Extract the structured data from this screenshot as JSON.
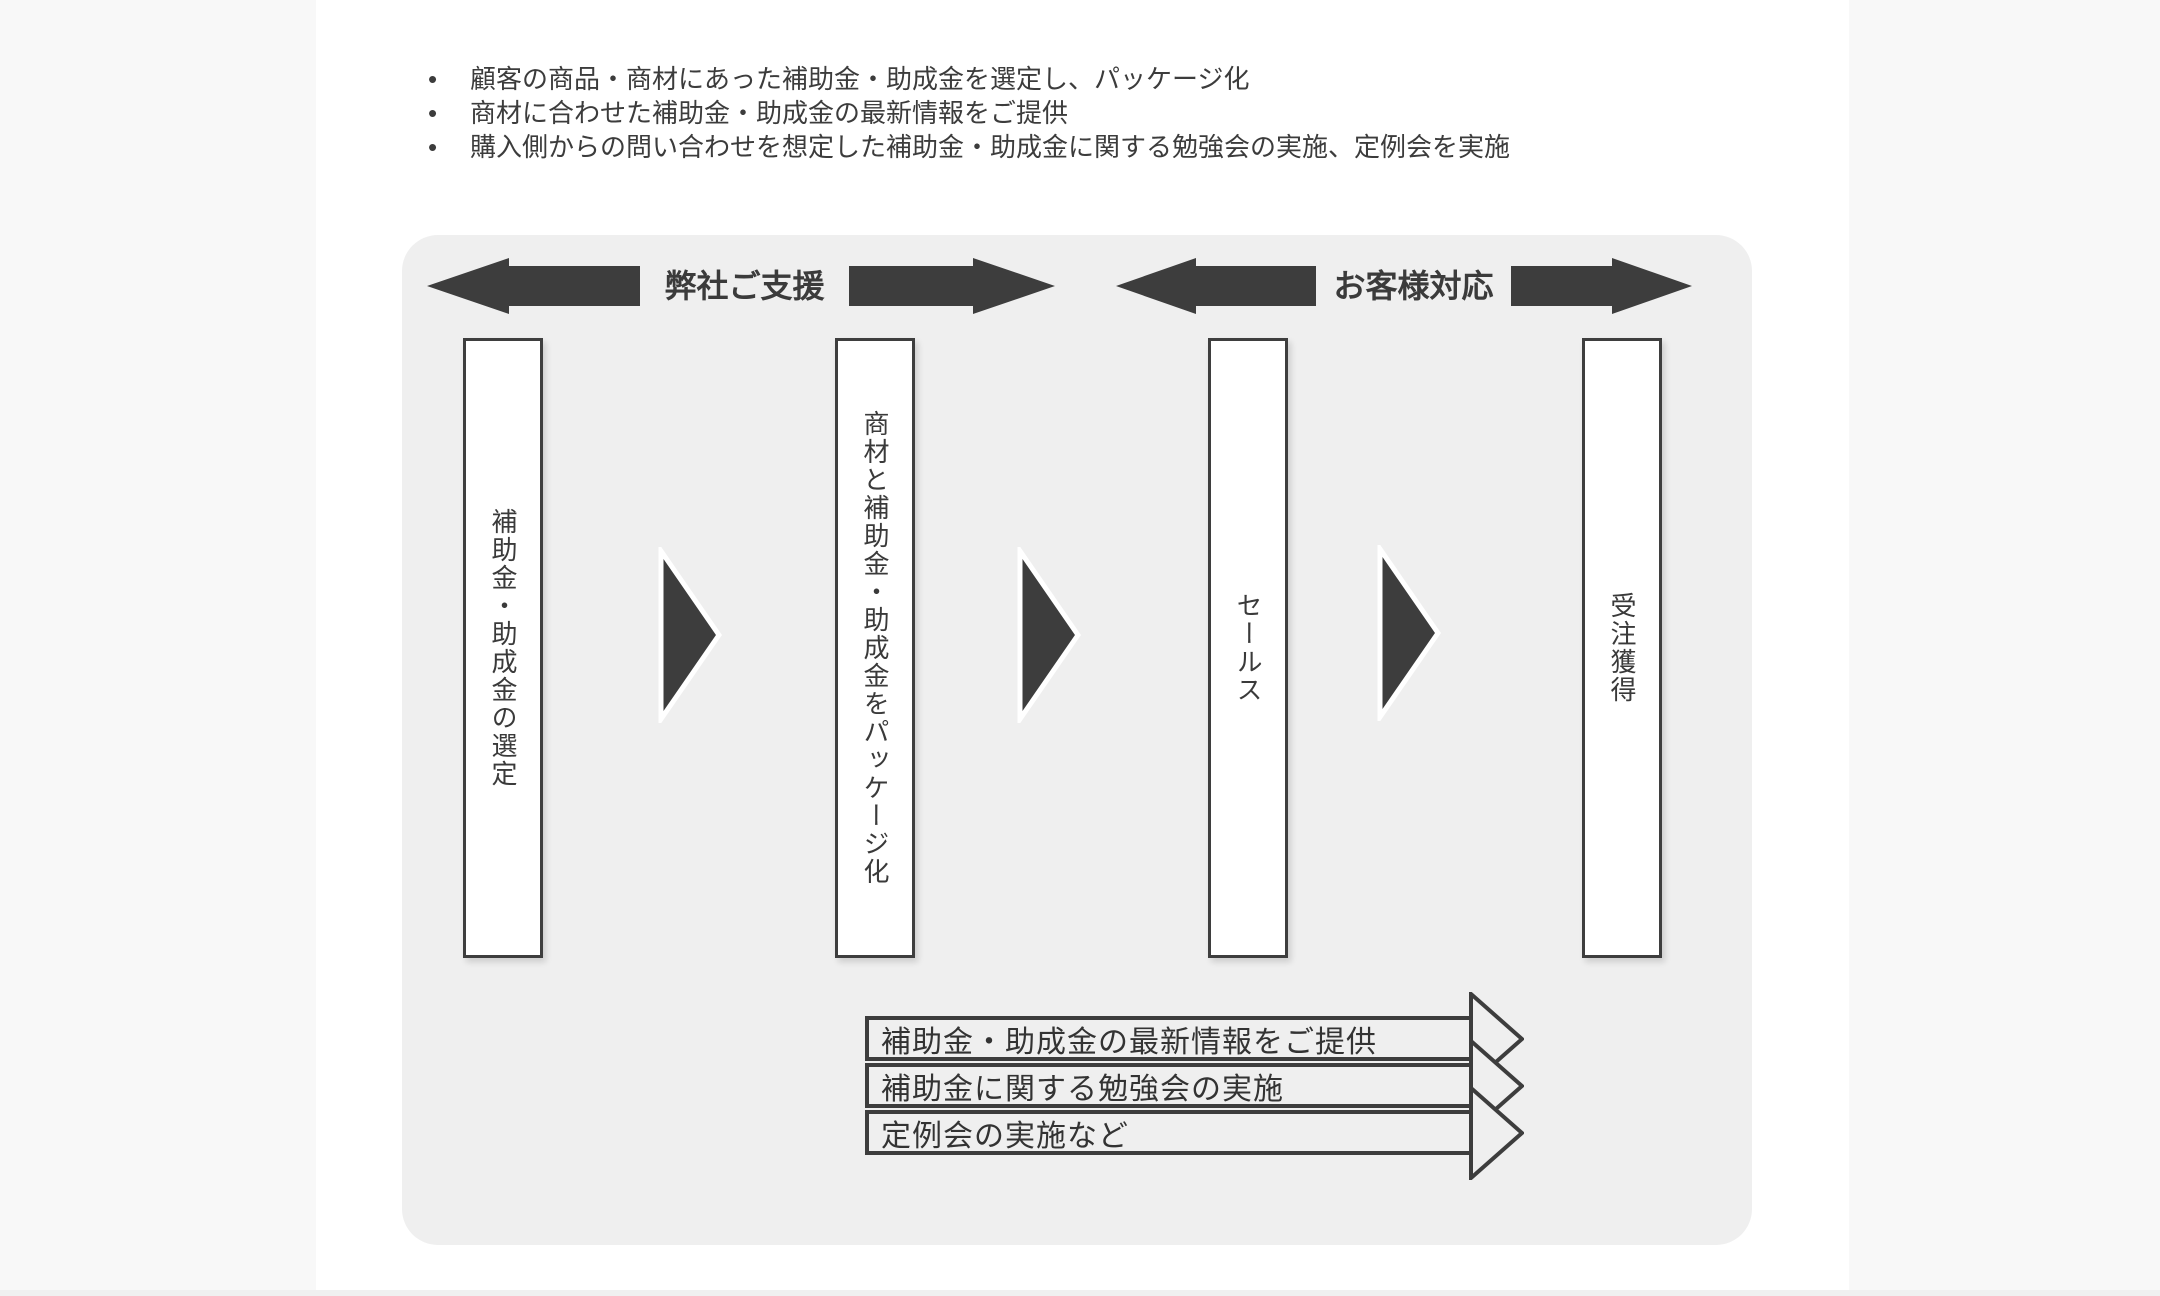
{
  "page": {
    "surface_color": "#ffffff",
    "background_color": "#f8f8f8"
  },
  "bullets": {
    "marker": "•",
    "items": [
      "顧客の商品・商材にあった補助金・助成金を選定し、パッケージ化",
      "商材に合わせた補助金・助成金の最新情報をご提供",
      "購入側からの問い合わせを想定した補助金・助成金に関する勉強会の実施、定例会を実施"
    ]
  },
  "diagram": {
    "panel_color": "#efefef",
    "accent_color": "#3d3d3d",
    "phase_headers": [
      {
        "label": "弊社ご支援"
      },
      {
        "label": "お客様対応"
      }
    ],
    "steps": [
      {
        "label": "補助金・助成金の選定"
      },
      {
        "label": "商材と補助金・助成金をパッケージ化"
      },
      {
        "label": "セールス"
      },
      {
        "label": "受注獲得"
      }
    ],
    "support_banners": [
      {
        "label": "補助金・助成金の最新情報をご提供"
      },
      {
        "label": "補助金に関する勉強会の実施"
      },
      {
        "label": "定例会の実施など"
      }
    ]
  }
}
